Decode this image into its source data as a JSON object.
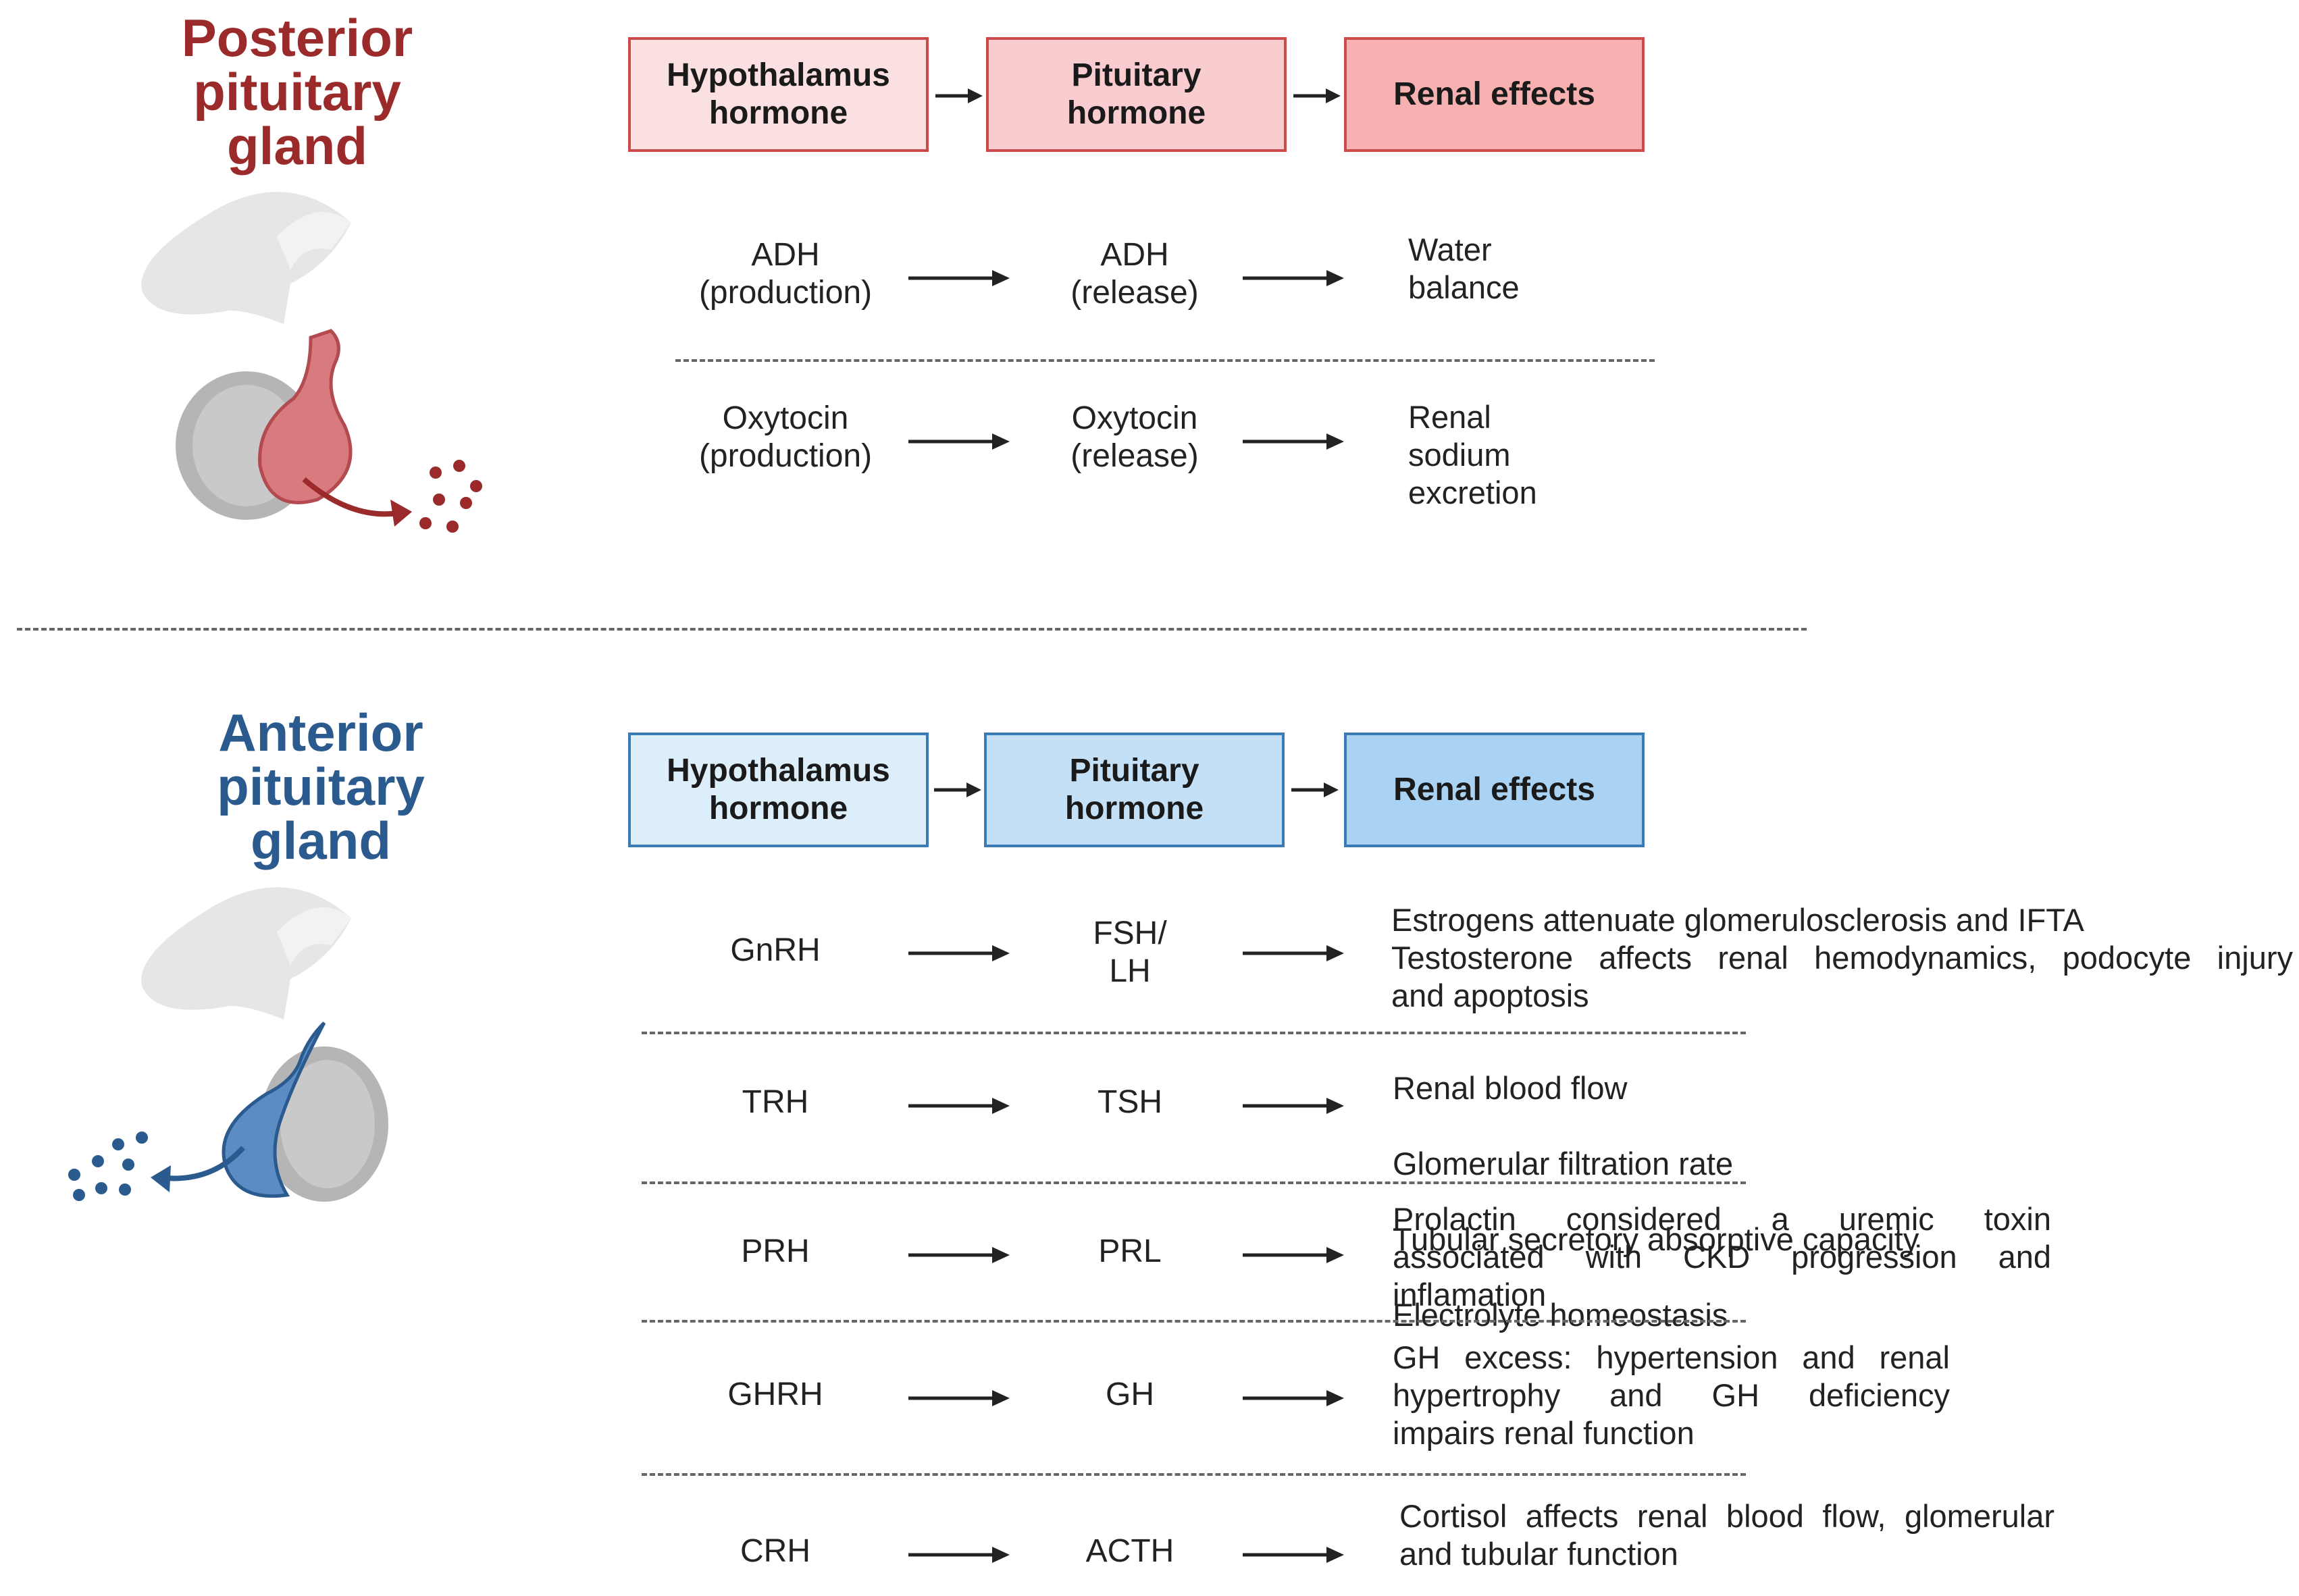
{
  "posterior": {
    "title": "Posterior\npituitary\ngland",
    "color": "#9b2a2a",
    "headers": [
      "Hypothalamus\nhormone",
      "Pituitary\nhormone",
      "Renal effects"
    ],
    "header_fills": [
      "#fbe0e2",
      "#f9cdd0",
      "#f7b1b1"
    ],
    "header_border": "#cc4a4a",
    "rows": [
      {
        "hypothalamus": "ADH\n(production)",
        "pituitary": "ADH\n(release)",
        "effect": "Water\nbalance"
      },
      {
        "hypothalamus": "Oxytocin\n(production)",
        "pituitary": "Oxytocin\n(release)",
        "effect": "Renal\nsodium\nexcretion"
      }
    ]
  },
  "anterior": {
    "title": "Anterior\npituitary\ngland",
    "color": "#2a5a8e",
    "headers": [
      "Hypothalamus\nhormone",
      "Pituitary\nhormone",
      "Renal effects"
    ],
    "header_fills": [
      "#ddeefb",
      "#c4e0f7",
      "#a9d2f3"
    ],
    "header_border": "#3a7ab5",
    "rows": [
      {
        "hypothalamus": "GnRH",
        "pituitary": "FSH/\nLH",
        "effect": [
          "Estrogens attenuate glomerulosclerosis and IFTA",
          "Testosterone affects renal hemodynamics, podocyte injury",
          "and apoptosis"
        ]
      },
      {
        "hypothalamus": "TRH",
        "pituitary": "TSH",
        "effect": [
          "Renal blood flow",
          "Glomerular filtration rate",
          "Tubular secretory absorptive capacity",
          "Electrolyte homeostasis"
        ]
      },
      {
        "hypothalamus": "PRH",
        "pituitary": "PRL",
        "effect": [
          "Prolactin considered a uremic toxin",
          "associated with CKD progression and",
          "inflamation"
        ]
      },
      {
        "hypothalamus": "GHRH",
        "pituitary": "GH",
        "effect": [
          "GH excess: hypertension and renal",
          "hypertrophy and GH deficiency",
          "impairs renal function"
        ]
      },
      {
        "hypothalamus": "CRH",
        "pituitary": "ACTH",
        "effect": [
          "Cortisol affects renal blood flow, glomerular",
          "and tubular function"
        ]
      }
    ]
  },
  "icons": {
    "posterior": "posterior-pituitary-icon",
    "anterior": "anterior-pituitary-icon"
  }
}
